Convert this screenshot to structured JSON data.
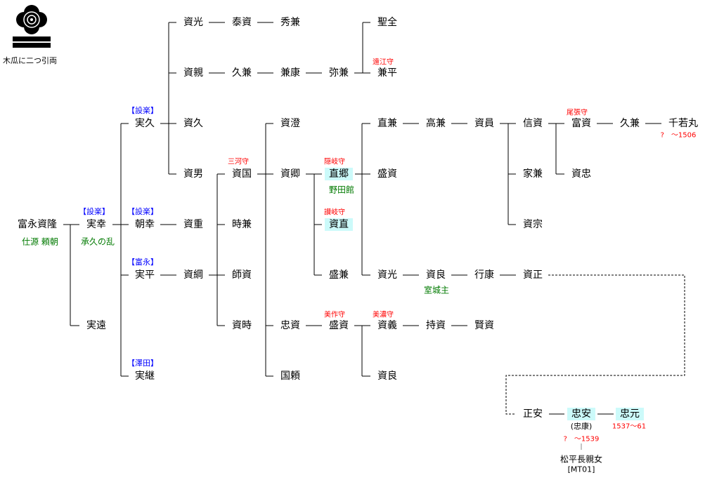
{
  "crest": {
    "caption": "木瓜に二つ引両"
  },
  "people": [
    {
      "name": "富永資隆",
      "note": "仕源 頼朝"
    },
    {
      "name": "実幸",
      "clan": "【設楽】",
      "note": "承久の乱"
    },
    {
      "name": "実遠"
    },
    {
      "name": "実久",
      "clan": "【設楽】"
    },
    {
      "name": "朝幸",
      "clan": "【設楽】"
    },
    {
      "name": "実平",
      "clan": "【富永】"
    },
    {
      "name": "実継",
      "clan": "【澤田】"
    },
    {
      "name": "資光"
    },
    {
      "name": "資親"
    },
    {
      "name": "資久"
    },
    {
      "name": "資男"
    },
    {
      "name": "資重"
    },
    {
      "name": "資綱"
    },
    {
      "name": "泰資"
    },
    {
      "name": "久兼"
    },
    {
      "name": "資国",
      "title": "三河守"
    },
    {
      "name": "時兼"
    },
    {
      "name": "師資"
    },
    {
      "name": "資時"
    },
    {
      "name": "秀兼"
    },
    {
      "name": "兼康"
    },
    {
      "name": "資澄"
    },
    {
      "name": "資卿"
    },
    {
      "name": "忠資"
    },
    {
      "name": "国頼"
    },
    {
      "name": "弥兼"
    },
    {
      "name": "直郷",
      "title": "隠岐守",
      "note": "野田館"
    },
    {
      "name": "資直",
      "title": "讃岐守"
    },
    {
      "name": "盛兼"
    },
    {
      "name": "盛資",
      "title": "美作守"
    },
    {
      "name": "聖全"
    },
    {
      "name": "兼平",
      "title": "遠江守"
    },
    {
      "name": "直兼"
    },
    {
      "name": "盛資"
    },
    {
      "name": "資光"
    },
    {
      "name": "資義",
      "title": "美濃守"
    },
    {
      "name": "資良"
    },
    {
      "name": "高兼"
    },
    {
      "name": "資良",
      "note": "室城主"
    },
    {
      "name": "持資"
    },
    {
      "name": "資員"
    },
    {
      "name": "行康"
    },
    {
      "name": "賢資"
    },
    {
      "name": "信資"
    },
    {
      "name": "家兼"
    },
    {
      "name": "資宗"
    },
    {
      "name": "資正"
    },
    {
      "name": "正安"
    },
    {
      "name": "富資",
      "title": "尾張守"
    },
    {
      "name": "資忠"
    },
    {
      "name": "忠安",
      "alias": "(忠康)",
      "dates": "?　～1539",
      "spouse": "松平長親女",
      "ref": "[MT01]"
    },
    {
      "name": "久兼"
    },
    {
      "name": "忠元",
      "dates": "1537～61"
    },
    {
      "name": "千若丸",
      "dates": "?　～1506"
    }
  ],
  "colors": {
    "highlight": "#ccfafa",
    "title": "#ff0000",
    "note": "#007a00",
    "clan": "#0000ff"
  }
}
